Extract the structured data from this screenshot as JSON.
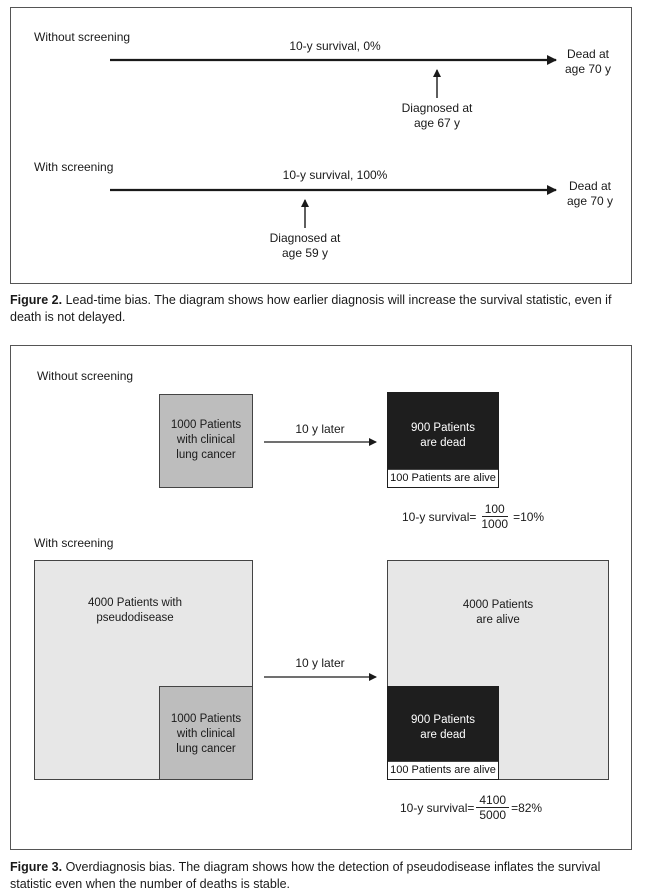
{
  "figure2": {
    "without_label": "Without screening",
    "without_survival": "10-y survival, 0%",
    "without_end_l1": "Dead at",
    "without_end_l2": "age 70 y",
    "without_diag_l1": "Diagnosed at",
    "without_diag_l2": "age 67 y",
    "with_label": "With screening",
    "with_survival": "10-y survival, 100%",
    "with_end_l1": "Dead at",
    "with_end_l2": "age 70 y",
    "with_diag_l1": "Diagnosed at",
    "with_diag_l2": "age 59 y",
    "caption_bold": "Figure 2.",
    "caption_text": " Lead-time bias. The diagram shows how earlier diagnosis will increase the survival statistic, even if death is not delayed."
  },
  "figure3": {
    "without_label": "Without screening",
    "clinical_box_l1": "1000 Patients",
    "clinical_box_l2": "with clinical",
    "clinical_box_l3": "lung cancer",
    "later_top": "10 y later",
    "dead_l1": "900 Patients",
    "dead_l2": "are dead",
    "alive_strip": "100 Patients are alive",
    "formula1_prefix": "10-y survival=",
    "formula1_num": "100",
    "formula1_den": "1000",
    "formula1_result": "=10%",
    "with_label": "With screening",
    "pseudo_l1": "4000 Patients with",
    "pseudo_l2": "pseudodisease",
    "clinical2_l1": "1000 Patients",
    "clinical2_l2": "with clinical",
    "clinical2_l3": "lung cancer",
    "later_bottom": "10 y later",
    "alive_big_l1": "4000 Patients",
    "alive_big_l2": "are alive",
    "dead2_l1": "900 Patients",
    "dead2_l2": "are dead",
    "alive_strip2": "100 Patients are alive",
    "formula2_prefix": "10-y survival=",
    "formula2_num": "4100",
    "formula2_den": "5000",
    "formula2_result": "=82%",
    "caption_bold": "Figure 3.",
    "caption_text": " Overdiagnosis bias. The diagram shows how the detection of pseudodisease inflates the survival statistic even when the number of deaths is stable."
  }
}
